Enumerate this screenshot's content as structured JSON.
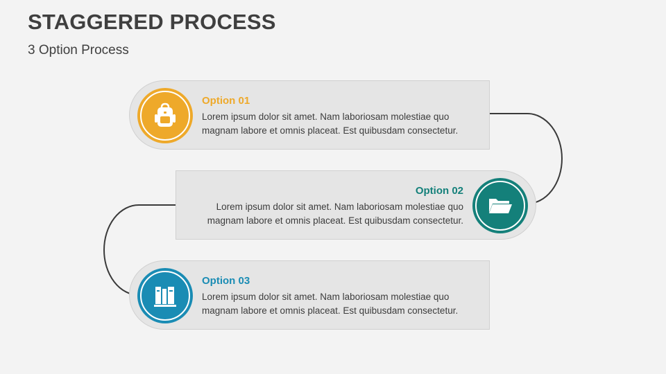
{
  "header": {
    "title": "STAGGERED PROCESS",
    "subtitle": "3 Option Process"
  },
  "colors": {
    "connector": "#3a3a3a",
    "card_fill": "#e5e5e5"
  },
  "steps": [
    {
      "label": "Option 01",
      "line1": "Lorem ipsum dolor sit amet. Nam laboriosam molestiae quo",
      "line2": "magnam labore et omnis placeat. Est quibusdam consectetur.",
      "accent": "#eea92a",
      "icon": "backpack-icon"
    },
    {
      "label": "Option 02",
      "line1": "Lorem ipsum dolor sit amet. Nam laboriosam molestiae quo",
      "line2": "magnam labore et omnis placeat. Est quibusdam consectetur.",
      "accent": "#14807a",
      "icon": "folder-open-icon"
    },
    {
      "label": "Option 03",
      "line1": "Lorem ipsum dolor sit amet. Nam laboriosam molestiae quo",
      "line2": "magnam labore et omnis placeat. Est quibusdam consectetur.",
      "accent": "#1a8cb4",
      "icon": "books-icon"
    }
  ]
}
